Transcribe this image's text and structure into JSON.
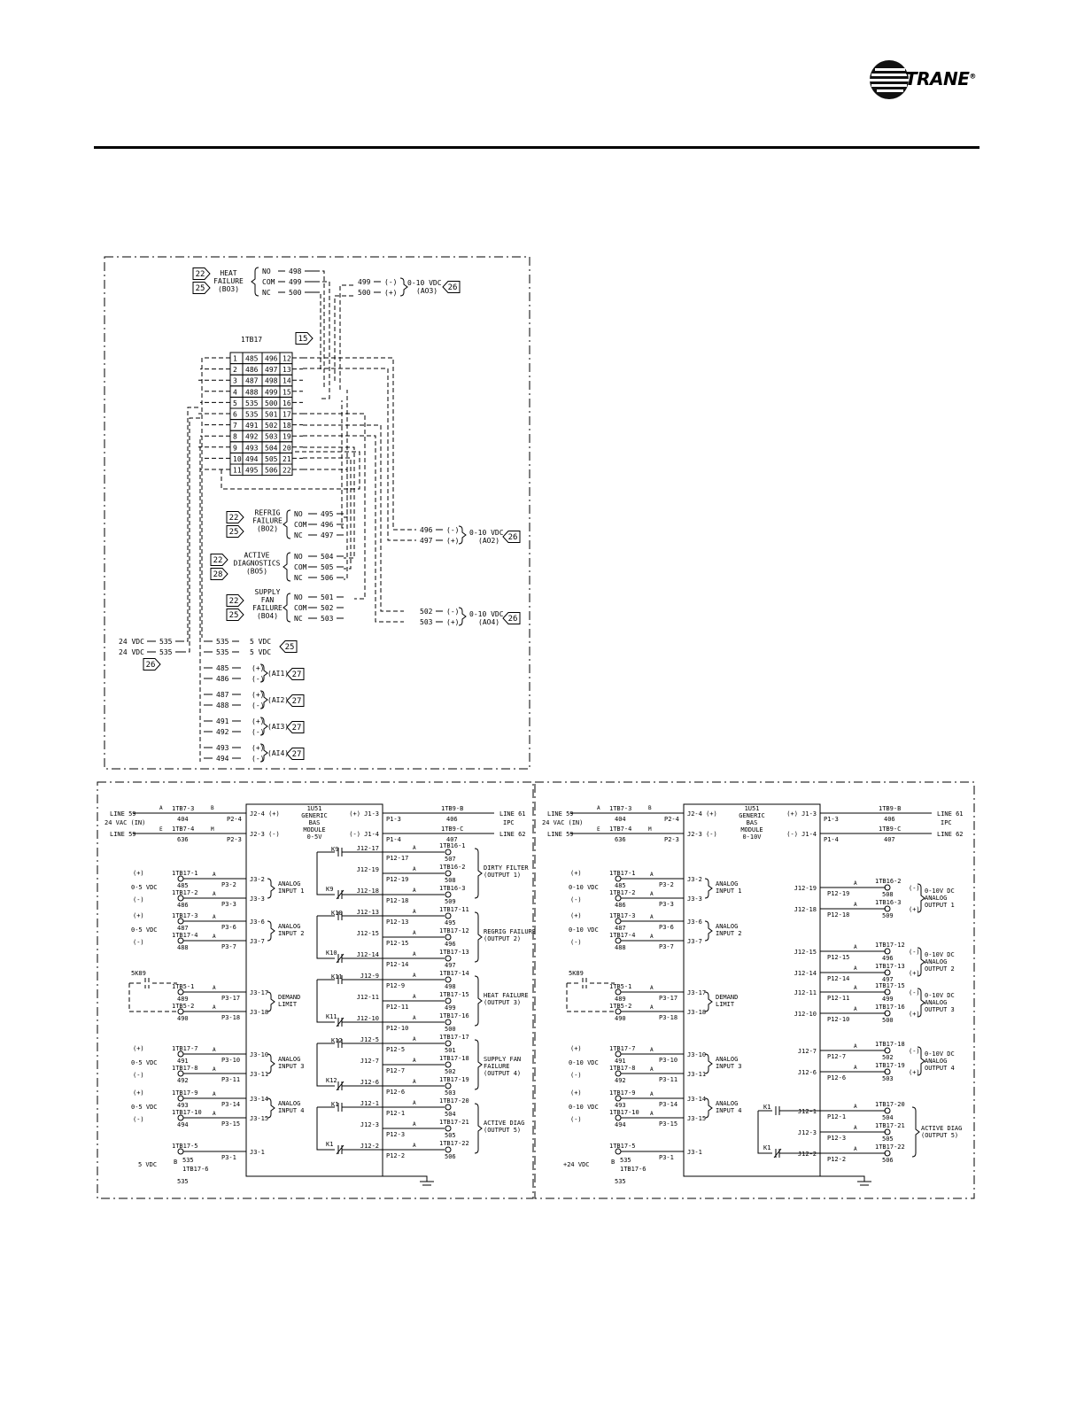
{
  "brand": {
    "name": "TRANE",
    "mark": "®"
  },
  "panel_a": {
    "tb_name": "1TB17",
    "tb_ref": "15",
    "tb_rows": [
      [
        "1",
        "485",
        "496",
        "12"
      ],
      [
        "2",
        "486",
        "497",
        "13"
      ],
      [
        "3",
        "487",
        "498",
        "14"
      ],
      [
        "4",
        "488",
        "499",
        "15"
      ],
      [
        "5",
        "535",
        "500",
        "16"
      ],
      [
        "6",
        "535",
        "501",
        "17"
      ],
      [
        "7",
        "491",
        "502",
        "18"
      ],
      [
        "8",
        "492",
        "503",
        "19"
      ],
      [
        "9",
        "493",
        "504",
        "20"
      ],
      [
        "10",
        "494",
        "505",
        "21"
      ],
      [
        "11",
        "495",
        "506",
        "22"
      ]
    ],
    "relays": [
      {
        "refs": [
          "22",
          "25"
        ],
        "lines": [
          "HEAT",
          "FAILURE",
          "(BO3)"
        ],
        "contacts": [
          [
            "NO",
            "498"
          ],
          [
            "COM",
            "499"
          ],
          [
            "NC",
            "500"
          ]
        ]
      },
      {
        "refs": [
          "22",
          "25"
        ],
        "lines": [
          "REFRIG",
          "FAILURE",
          "(BO2)"
        ],
        "contacts": [
          [
            "NO",
            "495"
          ],
          [
            "COM",
            "496"
          ],
          [
            "NC",
            "497"
          ]
        ]
      },
      {
        "refs": [
          "22",
          "28"
        ],
        "lines": [
          "ACTIVE",
          "DIAGNOSTICS",
          "(BO5)"
        ],
        "contacts": [
          [
            "NO",
            "504"
          ],
          [
            "COM",
            "505"
          ],
          [
            "NC",
            "506"
          ]
        ]
      },
      {
        "refs": [
          "22",
          "25"
        ],
        "lines": [
          "SUPPLY",
          "FAN",
          "FAILURE",
          "(BO4)"
        ],
        "contacts": [
          [
            "NO",
            "501"
          ],
          [
            "COM",
            "502"
          ],
          [
            "NC",
            "503"
          ]
        ]
      }
    ],
    "analog_outs": [
      {
        "wires": [
          [
            "499",
            "(-)"
          ],
          [
            "500",
            "(+)"
          ]
        ],
        "label": "0-10 VDC",
        "sub": "(AO3)",
        "ref": "26"
      },
      {
        "wires": [
          [
            "496",
            "(-)"
          ],
          [
            "497",
            "(+)"
          ]
        ],
        "label": "0-10 VDC",
        "sub": "(AO2)",
        "ref": "26"
      },
      {
        "wires": [
          [
            "502",
            "(-)"
          ],
          [
            "503",
            "(+)"
          ]
        ],
        "label": "0-10 VDC",
        "sub": "(AO4)",
        "ref": "26"
      }
    ],
    "supply": {
      "left": [
        "24 VDC",
        "535",
        "24 VDC",
        "535"
      ],
      "ref_left": "26",
      "right": [
        "535",
        "5 VDC",
        "535",
        "5 VDC"
      ],
      "ref_right": "25"
    },
    "analog_ins": [
      {
        "wires": [
          [
            "485",
            "(+)"
          ],
          [
            "486",
            "(-)"
          ]
        ],
        "label": "(AI1)",
        "ref": "27"
      },
      {
        "wires": [
          [
            "487",
            "(+)"
          ],
          [
            "488",
            "(-)"
          ]
        ],
        "label": "(AI2)",
        "ref": "27"
      },
      {
        "wires": [
          [
            "491",
            "(+)"
          ],
          [
            "492",
            "(-)"
          ]
        ],
        "label": "(AI3)",
        "ref": "27"
      },
      {
        "wires": [
          [
            "493",
            "(+)"
          ],
          [
            "494",
            "(-)"
          ]
        ],
        "label": "(AI4)",
        "ref": "27"
      }
    ]
  },
  "module_b": {
    "title": [
      "1U51",
      "GENERIC",
      "BAS",
      "MODULE",
      "0-5V"
    ],
    "line_left": [
      [
        "LINE 59",
        "24 VAC (IN)",
        "LINE 59"
      ]
    ],
    "line_right": [
      "LINE 61",
      "IPC",
      "LINE 62"
    ],
    "power": [
      [
        "1TB7-3",
        "404",
        "P2-4",
        "J2-4 (+)"
      ],
      [
        "1TB7-4",
        "636",
        "P2-3",
        "J2-3 (-)"
      ]
    ],
    "power_right": [
      [
        "(+) J1-3",
        "P1-3",
        "1TB9-B",
        "406"
      ],
      [
        "(-) J1-4",
        "P1-4",
        "1TB9-C",
        "407"
      ]
    ],
    "inputs": [
      {
        "range": "0-5 VDC",
        "pins": [
          [
            "1TB17-1",
            "485",
            "P3-2",
            "J3-2"
          ],
          [
            "1TB17-2",
            "486",
            "P3-3",
            "J3-3"
          ]
        ],
        "label": [
          "ANALOG",
          "INPUT 1"
        ]
      },
      {
        "range": "0-5 VDC",
        "pins": [
          [
            "1TB17-3",
            "487",
            "P3-6",
            "J3-6"
          ],
          [
            "1TB17-4",
            "488",
            "P3-7",
            "J3-7"
          ]
        ],
        "label": [
          "ANALOG",
          "INPUT 2"
        ]
      },
      {
        "range": "",
        "pins": [
          [
            "1TB5-1",
            "489",
            "P3-17",
            "J3-17"
          ],
          [
            "1TB5-2",
            "490",
            "P3-18",
            "J3-18"
          ]
        ],
        "label": [
          "DEMAND",
          "LIMIT"
        ]
      },
      {
        "range": "0-5 VDC",
        "pins": [
          [
            "1TB17-7",
            "491",
            "P3-10",
            "J3-10"
          ],
          [
            "1TB17-8",
            "492",
            "P3-11",
            "J3-11"
          ]
        ],
        "label": [
          "ANALOG",
          "INPUT 3"
        ]
      },
      {
        "range": "0-5 VDC",
        "pins": [
          [
            "1TB17-9",
            "493",
            "P3-14",
            "J3-14"
          ],
          [
            "1TB17-10",
            "494",
            "P3-15",
            "J3-15"
          ]
        ],
        "label": [
          "ANALOG",
          "INPUT 4"
        ]
      }
    ],
    "switch": "5K89",
    "supply": {
      "label": "5 VDC",
      "pins": [
        "1TB17-5",
        "535",
        "P3-1",
        "J3-1"
      ],
      "extra": [
        "1TB17-6",
        "535",
        "B"
      ]
    },
    "outputs": [
      {
        "relay": "K9",
        "label": [
          "DIRTY FILTER",
          "(OUTPUT 1)"
        ],
        "rows": [
          [
            "J12-17",
            "P12-17",
            "1TB16-1",
            "507"
          ],
          [
            "J12-19",
            "P12-19",
            "1TB16-2",
            "508"
          ],
          [
            "J12-18",
            "P12-18",
            "1TB16-3",
            "509"
          ]
        ]
      },
      {
        "relay": "K10",
        "label": [
          "REGRIG FAILURE",
          "(OUTPUT 2)"
        ],
        "rows": [
          [
            "J12-13",
            "P12-13",
            "1TB17-11",
            "495"
          ],
          [
            "J12-15",
            "P12-15",
            "1TB17-12",
            "496"
          ],
          [
            "J12-14",
            "P12-14",
            "1TB17-13",
            "497"
          ]
        ]
      },
      {
        "relay": "K11",
        "label": [
          "HEAT FAILURE",
          "(OUTPUT 3)"
        ],
        "rows": [
          [
            "J12-9",
            "P12-9",
            "1TB17-14",
            "498"
          ],
          [
            "J12-11",
            "P12-11",
            "1TB17-15",
            "499"
          ],
          [
            "J12-10",
            "P12-10",
            "1TB17-16",
            "500"
          ]
        ]
      },
      {
        "relay": "K12",
        "label": [
          "SUPPLY FAN",
          "FAILURE",
          "(OUTPUT 4)"
        ],
        "rows": [
          [
            "J12-5",
            "P12-5",
            "1TB17-17",
            "501"
          ],
          [
            "J12-7",
            "P12-7",
            "1TB17-18",
            "502"
          ],
          [
            "J12-6",
            "P12-6",
            "1TB17-19",
            "503"
          ]
        ]
      },
      {
        "relay": "K1",
        "label": [
          "ACTIVE DIAG",
          "(OUTPUT 5)"
        ],
        "rows": [
          [
            "J12-1",
            "P12-1",
            "1TB17-20",
            "504"
          ],
          [
            "J12-3",
            "P12-3",
            "1TB17-21",
            "505"
          ],
          [
            "J12-2",
            "P12-2",
            "1TB17-22",
            "506"
          ]
        ]
      }
    ]
  },
  "module_c": {
    "title": [
      "1U51",
      "GENERIC",
      "BAS",
      "MODULE",
      "0-10V"
    ],
    "range": "0-10 VDC",
    "supply": {
      "label": "+24 VDC",
      "pins": [
        "1TB17-5",
        "535",
        "P3-1",
        "J3-1"
      ],
      "extra": [
        "1TB17-6",
        "535",
        "B"
      ]
    },
    "outputs": [
      {
        "label": [
          "0-10V DC",
          "ANALOG",
          "OUTPUT 1"
        ],
        "rows": [
          [
            "J12-19",
            "P12-19",
            "1TB16-2",
            "508"
          ],
          [
            "J12-18",
            "P12-18",
            "1TB16-3",
            "509"
          ]
        ]
      },
      {
        "label": [
          "0-10V DC",
          "ANALOG",
          "OUTPUT 2"
        ],
        "rows": [
          [
            "J12-15",
            "P12-15",
            "1TB17-12",
            "496"
          ],
          [
            "J12-14",
            "P12-14",
            "1TB17-13",
            "497"
          ]
        ]
      },
      {
        "label": [
          "0-10V DC",
          "ANALOG",
          "OUTPUT 3"
        ],
        "rows": [
          [
            "J12-11",
            "P12-11",
            "1TB17-15",
            "499"
          ],
          [
            "J12-10",
            "P12-10",
            "1TB17-16",
            "500"
          ]
        ]
      },
      {
        "label": [
          "0-10V DC",
          "ANALOG",
          "OUTPUT 4"
        ],
        "rows": [
          [
            "J12-7",
            "P12-7",
            "1TB17-18",
            "502"
          ],
          [
            "J12-6",
            "P12-6",
            "1TB17-19",
            "503"
          ]
        ]
      }
    ],
    "diag": {
      "relay": "K1",
      "label": [
        "ACTIVE DIAG",
        "(OUTPUT 5)"
      ],
      "rows": [
        [
          "J12-1",
          "P12-1",
          "1TB17-20",
          "504"
        ],
        [
          "J12-3",
          "P12-3",
          "1TB17-21",
          "505"
        ],
        [
          "J12-2",
          "P12-2",
          "1TB17-22",
          "506"
        ]
      ]
    }
  }
}
